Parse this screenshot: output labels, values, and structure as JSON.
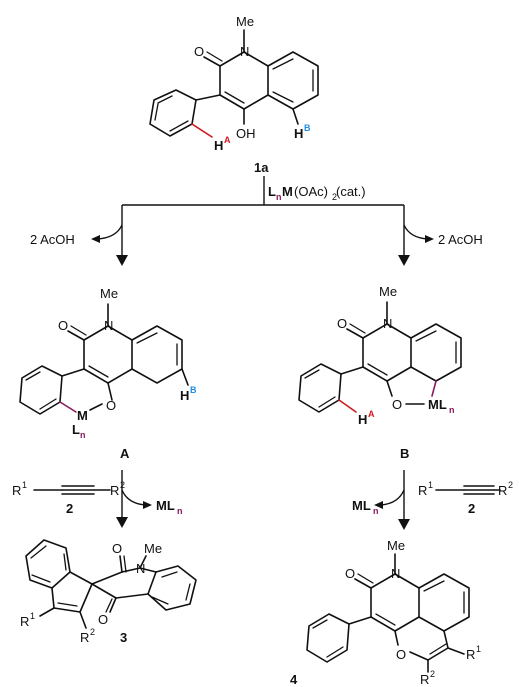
{
  "colors": {
    "red": "#d0191d",
    "blue": "#1f8ee6",
    "purple": "#8a1a5c",
    "ink": "#111111"
  },
  "atoms": {
    "me": "Me",
    "n": "N",
    "o": "O",
    "oh": "OH",
    "h": "H",
    "sup_a": "A",
    "sup_b": "B",
    "m": "M",
    "l": "L",
    "sub_n": "n",
    "ml": "ML",
    "r": "R",
    "sup_1": "1",
    "sup_2": "2"
  },
  "labels": {
    "compound_1a": "1a",
    "intermediate_a": "A",
    "intermediate_b": "B",
    "reagent_2": "2",
    "product_3": "3",
    "product_4": "4"
  },
  "catalyst": {
    "lead": "L",
    "lead_sub": "n",
    "metal": "M",
    "ligand": "(OAc)",
    "ligand_sub": "2",
    "tag": " (cat.)"
  },
  "byproducts": {
    "acoh": "2 AcOH"
  }
}
